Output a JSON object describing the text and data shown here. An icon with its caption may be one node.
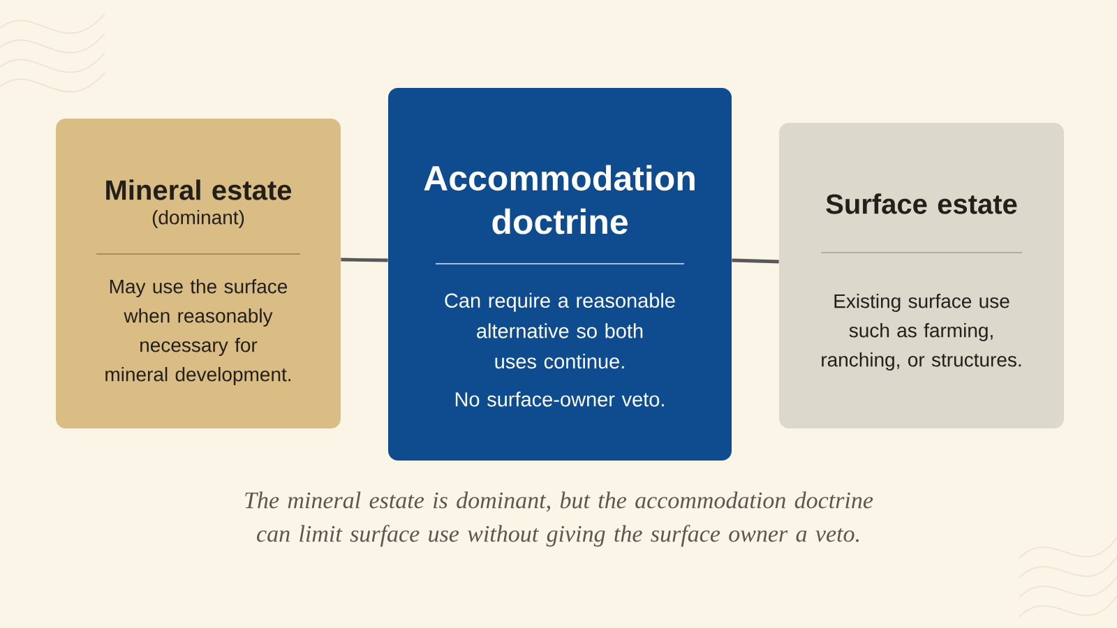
{
  "diagram": {
    "caption": "The mineral estate is dominant, but the accommodation doctrine can limit surface use without giving the surface owner a veto.",
    "nodes": [
      {
        "text": [
          "Mineral estate",
          "(dominant)",
          "May use the surface when reasonably necessary for mineral development."
        ]
      },
      {
        "text": [
          "Accommodation doctrine",
          "Can require a reasonable alternative so both uses continue.",
          "No surface-owner veto."
        ]
      },
      {
        "text": [
          "Surface estate",
          "Existing surface use such as farming, ranching, or structures."
        ]
      }
    ],
    "edges": [
      {
        "from": 0,
        "to": 1,
        "arrow": "none"
      },
      {
        "from": 1,
        "to": 2,
        "arrow": "none"
      }
    ]
  }
}
